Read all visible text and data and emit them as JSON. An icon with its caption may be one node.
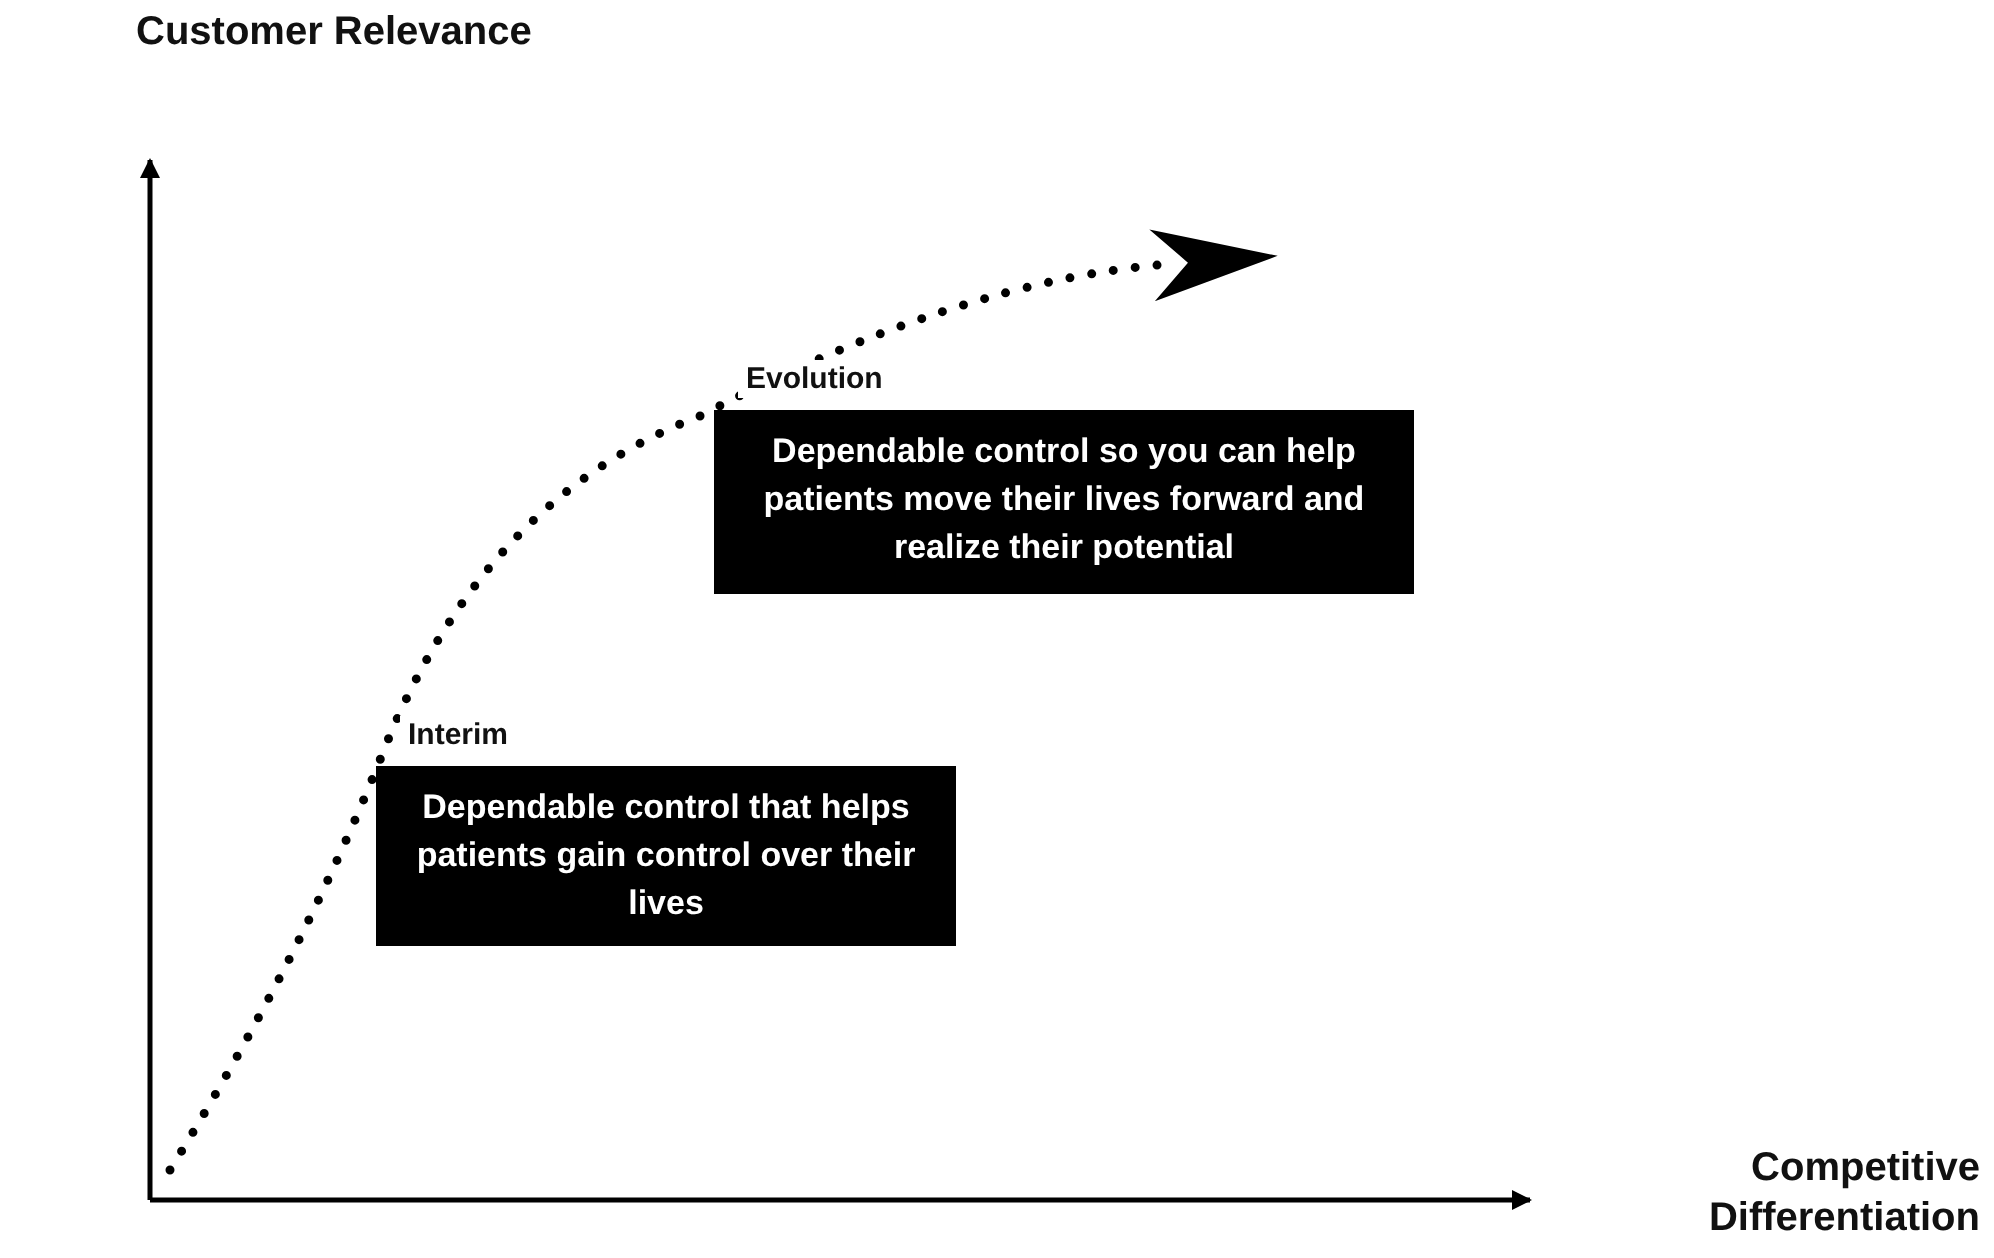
{
  "diagram": {
    "nodes": [
      {
        "text": [
          "Evolution",
          "Dependable control so you can help patients move their lives forward and realize their potential"
        ]
      },
      {
        "text": [
          "Interim",
          "Dependable control that helps patients gain control over their lives"
        ]
      }
    ],
    "labels": [
      "Customer Relevance",
      "Competitive Differentiation"
    ]
  }
}
